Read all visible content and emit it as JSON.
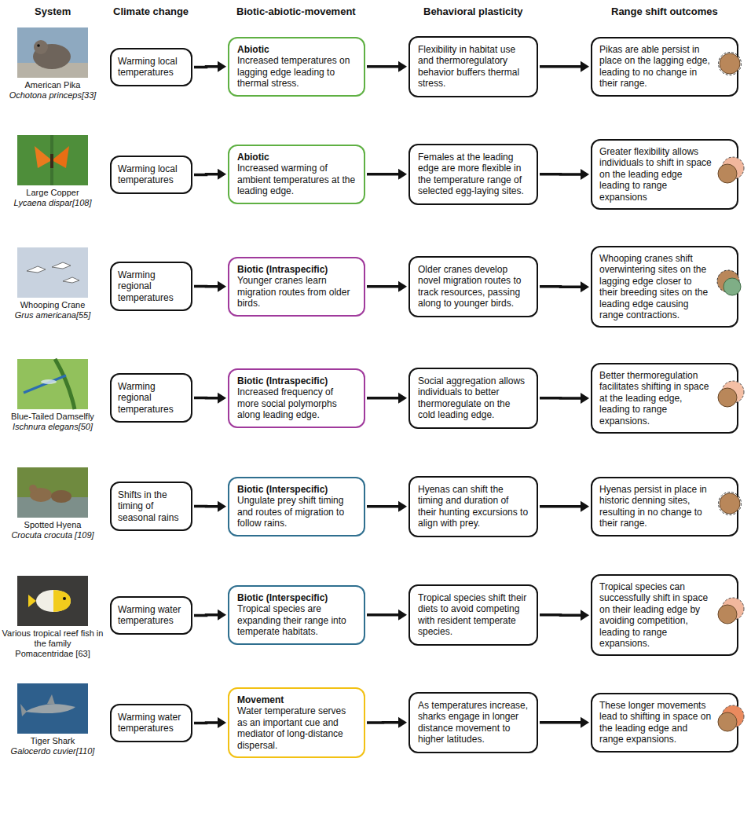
{
  "diagram": {
    "nodes": [
      {
        "text": [
          "Warming local temperatures"
        ]
      },
      {
        "text": [
          "Abiotic",
          "Increased temperatures on lagging edge leading to thermal stress."
        ]
      },
      {
        "text": [
          "Flexibility in habitat use and thermoregulatory behavior buffers thermal stress."
        ]
      },
      {
        "text": [
          "Pikas are able persist in place on the lagging edge, leading to no change in their range."
        ]
      },
      {
        "text": [
          "Warming local temperatures"
        ]
      },
      {
        "text": [
          "Abiotic",
          "Increased warming of ambient temperatures at the leading edge."
        ]
      },
      {
        "text": [
          "Females at the leading edge are more flexible in the temperature range of selected egg-laying sites."
        ]
      },
      {
        "text": [
          "Greater flexibility allows individuals to shift in space on the leading edge leading to range expansions"
        ]
      },
      {
        "text": [
          "Warming regional temperatures"
        ]
      },
      {
        "text": [
          "Biotic (Intraspecific)",
          "Younger cranes learn migration routes from older birds."
        ]
      },
      {
        "text": [
          "Older cranes develop novel migration routes to track resources, passing along to younger birds."
        ]
      },
      {
        "text": [
          "Whooping cranes shift overwintering sites on the lagging edge closer to their breeding sites on the leading edge causing range contractions."
        ]
      },
      {
        "text": [
          "Warming regional temperatures"
        ]
      },
      {
        "text": [
          "Biotic (Intraspecific)",
          "Increased frequency of more social polymorphs along leading edge."
        ]
      },
      {
        "text": [
          "Social aggregation allows individuals to better thermoregulate on the cold leading edge."
        ]
      },
      {
        "text": [
          "Better thermoregulation facilitates shifting in space at the leading edge, leading to range expansions."
        ]
      },
      {
        "text": [
          "Shifts in the timing of seasonal rains"
        ]
      },
      {
        "text": [
          "Biotic (Interspecific)",
          "Ungulate prey shift timing and routes of migration to follow rains."
        ]
      },
      {
        "text": [
          "Hyenas can shift the timing and duration of their hunting excursions to align with prey."
        ]
      },
      {
        "text": [
          "Hyenas persist in place in historic denning sites, resulting in no change to their range."
        ]
      },
      {
        "text": [
          "Warming water temperatures"
        ]
      },
      {
        "text": [
          "Biotic (Interspecific)",
          "Tropical species are expanding their range into temperate habitats."
        ]
      },
      {
        "text": [
          "Tropical species shift their diets to avoid competing with resident temperate species."
        ]
      },
      {
        "text": [
          "Tropical species can successfully shift in space on their leading edge by avoiding competition, leading to range expansions."
        ]
      },
      {
        "text": [
          "Warming water temperatures"
        ]
      },
      {
        "text": [
          "Movement",
          "Water temperature serves as an important cue and mediator of long-distance dispersal."
        ]
      },
      {
        "text": [
          "As temperatures increase, sharks engage in longer distance movement to higher latitudes."
        ]
      },
      {
        "text": [
          "These longer movements lead to shifting in space on the leading edge and range expansions."
        ]
      }
    ],
    "edges": [
      {
        "from": 0,
        "to": 1,
        "arrow": "to"
      },
      {
        "from": 1,
        "to": 2,
        "arrow": "to"
      },
      {
        "from": 2,
        "to": 3,
        "arrow": "to"
      },
      {
        "from": 4,
        "to": 5,
        "arrow": "to"
      },
      {
        "from": 5,
        "to": 6,
        "arrow": "to"
      },
      {
        "from": 6,
        "to": 7,
        "arrow": "to"
      },
      {
        "from": 8,
        "to": 9,
        "arrow": "to"
      },
      {
        "from": 9,
        "to": 10,
        "arrow": "to"
      },
      {
        "from": 10,
        "to": 11,
        "arrow": "to"
      },
      {
        "from": 12,
        "to": 13,
        "arrow": "to"
      },
      {
        "from": 13,
        "to": 14,
        "arrow": "to"
      },
      {
        "from": 14,
        "to": 15,
        "arrow": "to"
      },
      {
        "from": 16,
        "to": 17,
        "arrow": "to"
      },
      {
        "from": 17,
        "to": 18,
        "arrow": "to"
      },
      {
        "from": 18,
        "to": 19,
        "arrow": "to"
      },
      {
        "from": 20,
        "to": 21,
        "arrow": "to"
      },
      {
        "from": 21,
        "to": 22,
        "arrow": "to"
      },
      {
        "from": 22,
        "to": 23,
        "arrow": "to"
      },
      {
        "from": 24,
        "to": 25,
        "arrow": "to"
      },
      {
        "from": 25,
        "to": 26,
        "arrow": "to"
      },
      {
        "from": 26,
        "to": 27,
        "arrow": "to"
      }
    ],
    "labels": [
      "System",
      "Climate change",
      "Biotic-abiotic-movement",
      "Behavioral plasticity",
      "Range shift outcomes",
      "American Pika",
      "Ochotona princeps[33]",
      "Large Copper",
      "Lycaena dispar[108]",
      "Whooping Crane",
      "Grus americana[55]",
      "Blue-Tailed Damselfly",
      "Ischnura elegans[50]",
      "Spotted Hyena",
      "Crocuta crocuta [109]",
      "Various tropical reef fish in the family",
      "Pomacentridae [63]",
      "Tiger Shark",
      "Galocerdo cuvier[110]"
    ]
  }
}
